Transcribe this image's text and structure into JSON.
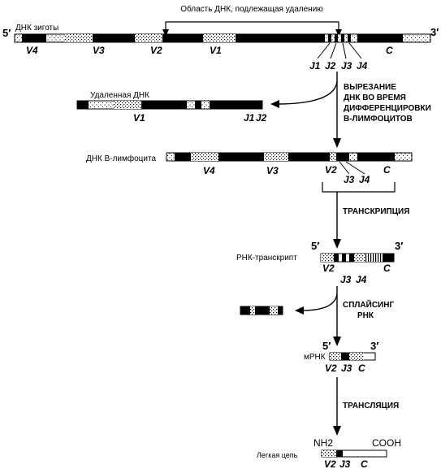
{
  "figure": {
    "top_bracket_label": "Область ДНК, подлежащая удалению",
    "zygote": {
      "label": "ДНК зиготы",
      "five_prime": "5′",
      "three_prime": "3′",
      "segments": [
        "V4",
        "V3",
        "V2",
        "V1",
        "J1",
        "J2",
        "J3",
        "J4",
        "C"
      ]
    },
    "deleted": {
      "label": "Удаленная ДНК",
      "segments": [
        "V1",
        "J1",
        "J2"
      ]
    },
    "excision_step": [
      "ВЫРЕЗАНИЕ",
      "ДНК ВО ВРЕМЯ",
      "ДИФФЕРЕНЦИРОВКИ",
      "В-ЛИМФОЦИТОВ"
    ],
    "bcell": {
      "label": "ДНК В-лимфоцита",
      "segments": [
        "V4",
        "V3",
        "V2",
        "J3",
        "J4",
        "C"
      ]
    },
    "transcription_step": "ТРАНСКРИПЦИЯ",
    "rna": {
      "label": "РНК-транскрипт",
      "five_prime": "5′",
      "three_prime": "3′",
      "segments": [
        "V2",
        "J3",
        "J4",
        "C"
      ]
    },
    "splicing_step": [
      "СПЛАЙСИНГ",
      "РНК"
    ],
    "mrna": {
      "label": "мРНК",
      "five_prime": "5′",
      "three_prime": "3′",
      "segments": [
        "V2",
        "J3",
        "C"
      ]
    },
    "translation_step": "ТРАНСЛЯЦИЯ",
    "protein": {
      "label": "Легкая цепь",
      "nh2": "NH2",
      "cooh": "COOH",
      "segments": [
        "V2",
        "J3",
        "C"
      ]
    }
  }
}
